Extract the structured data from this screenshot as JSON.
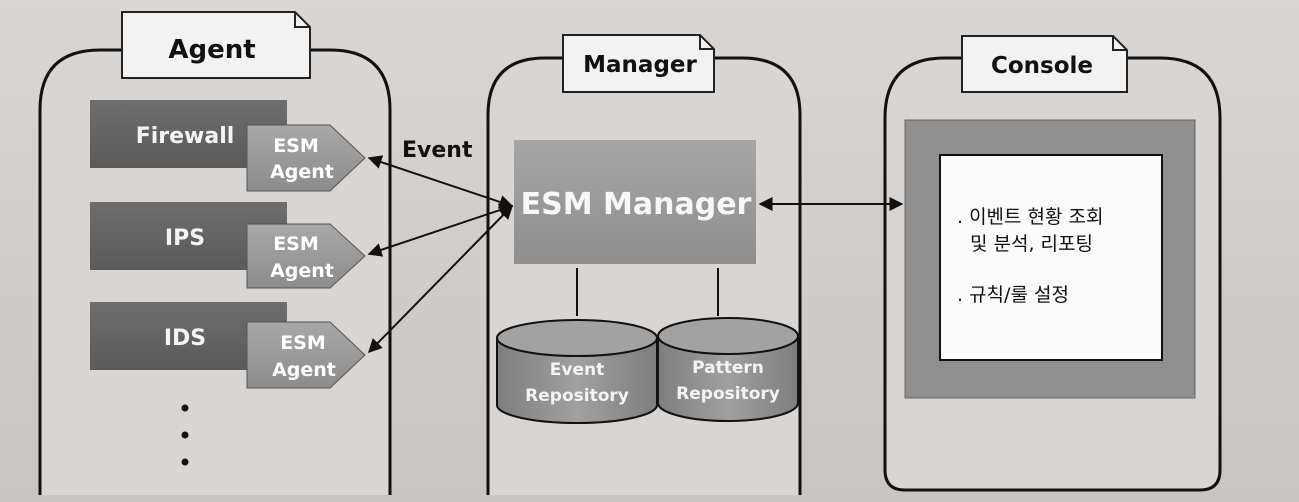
{
  "agent": {
    "title": "Agent",
    "devices": [
      {
        "name": "Firewall",
        "agent_line1": "ESM",
        "agent_line2": "Agent"
      },
      {
        "name": "IPS",
        "agent_line1": "ESM",
        "agent_line2": "Agent"
      },
      {
        "name": "IDS",
        "agent_line1": "ESM",
        "agent_line2": "Agent"
      }
    ],
    "more": "···"
  },
  "event_label": "Event",
  "manager": {
    "title": "Manager",
    "core": "ESM Manager",
    "repositories": [
      {
        "line1": "Event",
        "line2": "Repository"
      },
      {
        "line1": "Pattern",
        "line2": "Repository"
      }
    ]
  },
  "console": {
    "title": "Console",
    "items": [
      {
        "line1": ". 이벤트 현황 조회",
        "line2": "및 분석, 리포팅"
      },
      {
        "line1": ". 규칙/룰 설정",
        "line2": ""
      }
    ]
  },
  "colors": {
    "device_box": "#7f7f7f",
    "device_box_dark": "#5a5a5a",
    "agent_box": "#9b9b9b",
    "manager_box": "#9a9a9a",
    "cylinder": "#8f8f8f",
    "console_frame": "#8c8c8c",
    "panel_border": "#111111"
  }
}
